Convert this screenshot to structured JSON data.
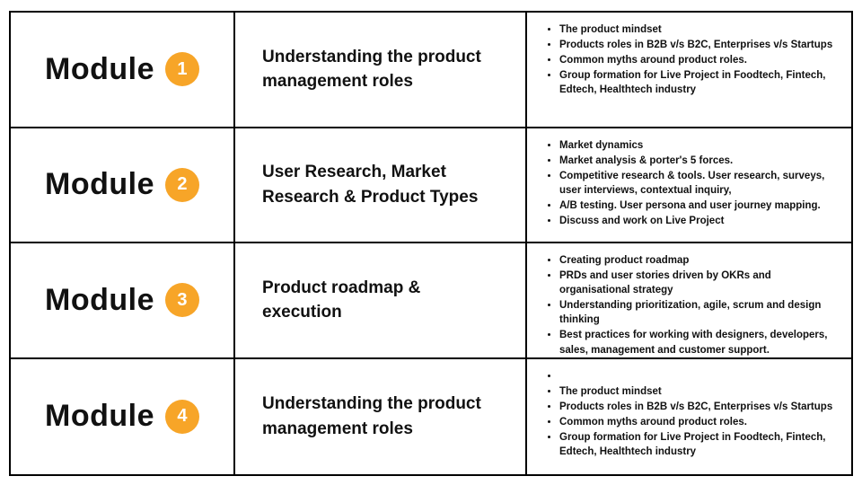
{
  "badge_color": "#F7A528",
  "table": {
    "modules": [
      {
        "label": "Module",
        "number": "1",
        "title": "Understanding the product management roles",
        "topics": [
          "The product mindset",
          "Products roles in B2B v/s B2C, Enterprises v/s Startups",
          "Common myths around product roles.",
          "Group formation for Live Project in Foodtech, Fintech, Edtech, Healthtech industry"
        ]
      },
      {
        "label": "Module",
        "number": "2",
        "title": "User Research, Market Research & Product Types",
        "topics": [
          "Market dynamics",
          "Market analysis & porter's 5 forces.",
          "Competitive research & tools. User research, surveys, user interviews, contextual inquiry,",
          "A/B testing. User persona and user journey mapping.",
          "Discuss and work on Live Project"
        ]
      },
      {
        "label": "Module",
        "number": "3",
        "title": "Product roadmap & execution",
        "topics": [
          "Creating product roadmap",
          "PRDs and user stories driven by OKRs and organisational strategy",
          "Understanding prioritization, agile, scrum and design thinking",
          "Best practices for working with designers, developers, sales, management and customer support."
        ]
      },
      {
        "label": "Module",
        "number": "4",
        "title": "Understanding the product management roles",
        "topics": [
          "",
          "The product mindset",
          "Products roles in B2B v/s B2C, Enterprises v/s Startups",
          "Common myths around product roles.",
          "Group formation for Live Project in Foodtech, Fintech, Edtech, Healthtech industry"
        ]
      }
    ]
  }
}
